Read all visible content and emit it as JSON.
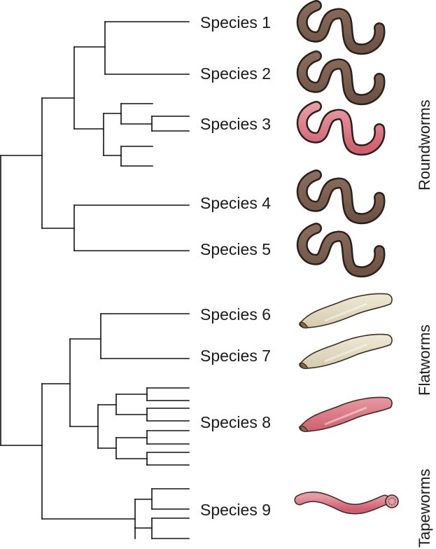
{
  "species": [
    {
      "label": "Species 1",
      "organism": "roundworm-icon",
      "color": "#7a5e4e"
    },
    {
      "label": "Species 2",
      "organism": "roundworm-icon",
      "color": "#7a5e4e"
    },
    {
      "label": "Species 3",
      "organism": "roundworm-icon",
      "color": "#d86a78"
    },
    {
      "label": "Species 4",
      "organism": "roundworm-icon",
      "color": "#7a5e4e"
    },
    {
      "label": "Species 5",
      "organism": "roundworm-icon",
      "color": "#7a5e4e"
    },
    {
      "label": "Species 6",
      "organism": "flatworm-icon",
      "color": "#e3dcc3"
    },
    {
      "label": "Species 7",
      "organism": "flatworm-icon",
      "color": "#e3dcc3"
    },
    {
      "label": "Species 8",
      "organism": "flatworm-icon",
      "color": "#d86a78"
    },
    {
      "label": "Species 9",
      "organism": "tapeworm-icon",
      "color": "#d86a78"
    }
  ],
  "groups": {
    "roundworms": "Roundworms",
    "flatworms": "Flatworms",
    "tapeworms": "Tapeworms"
  },
  "colors": {
    "roundworm_brown": "#7a5e4e",
    "highlight_pink": "#d86a78",
    "flatworm_cream": "#e3dcc3",
    "outline": "#2a1f1a"
  }
}
